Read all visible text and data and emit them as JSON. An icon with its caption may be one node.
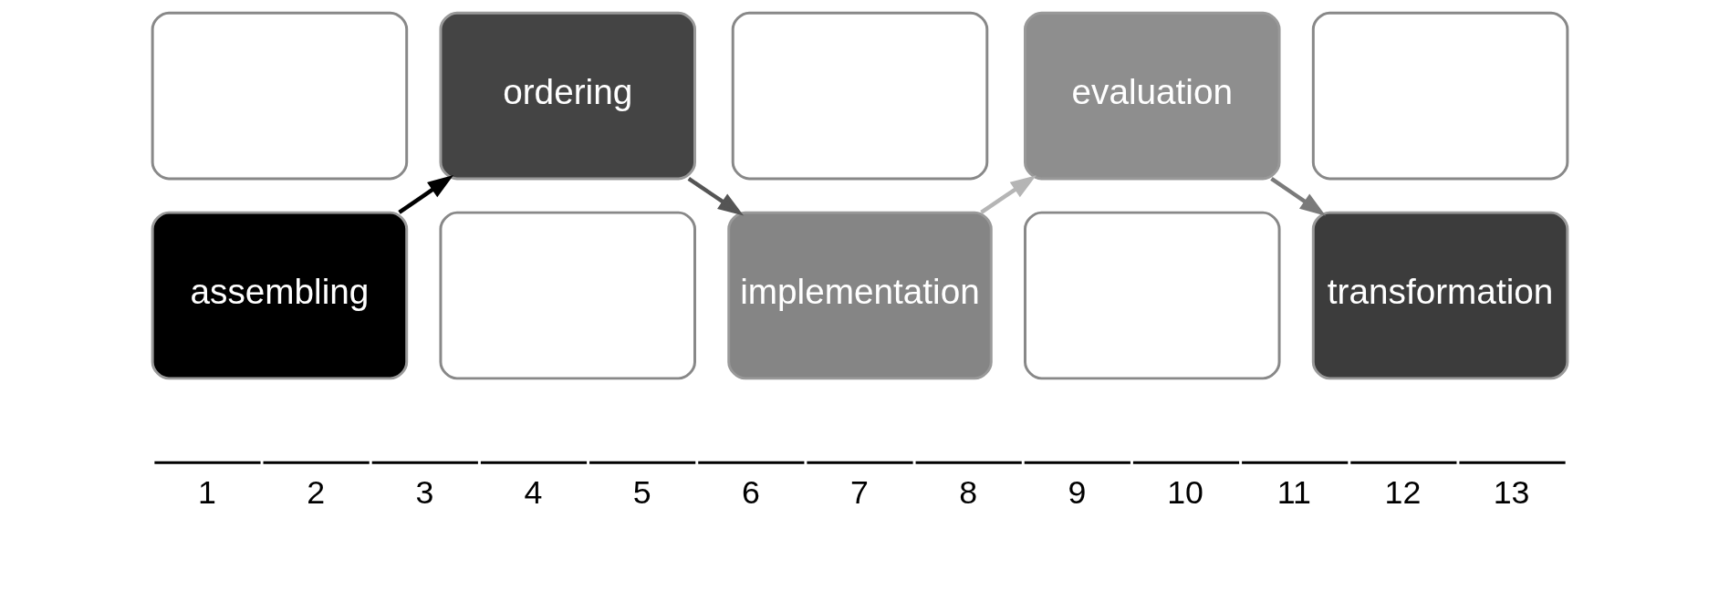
{
  "diagram": {
    "nodes": [
      {
        "text": [],
        "shape": "box"
      },
      {
        "text": [
          "assembling"
        ]
      },
      {
        "text": [
          "ordering"
        ]
      },
      {
        "text": [],
        "shape": "box"
      },
      {
        "text": [],
        "shape": "box"
      },
      {
        "text": [
          "implementation"
        ]
      },
      {
        "text": [
          "evaluation"
        ]
      },
      {
        "text": [],
        "shape": "box"
      },
      {
        "text": [],
        "shape": "box"
      },
      {
        "text": [
          "transformation"
        ]
      }
    ],
    "edges": [
      {
        "from": 1,
        "to": 2,
        "arrow": "to",
        "color": "#000000"
      },
      {
        "from": 2,
        "to": 5,
        "arrow": "to",
        "color": "#555555"
      },
      {
        "from": 5,
        "to": 6,
        "arrow": "to",
        "color": "#b5b5b5"
      },
      {
        "from": 6,
        "to": 9,
        "arrow": "to",
        "color": "#7a7a7a"
      }
    ],
    "labels": [
      "1",
      "2",
      "3",
      "4",
      "5",
      "6",
      "7",
      "8",
      "9",
      "10",
      "11",
      "12",
      "13"
    ]
  }
}
